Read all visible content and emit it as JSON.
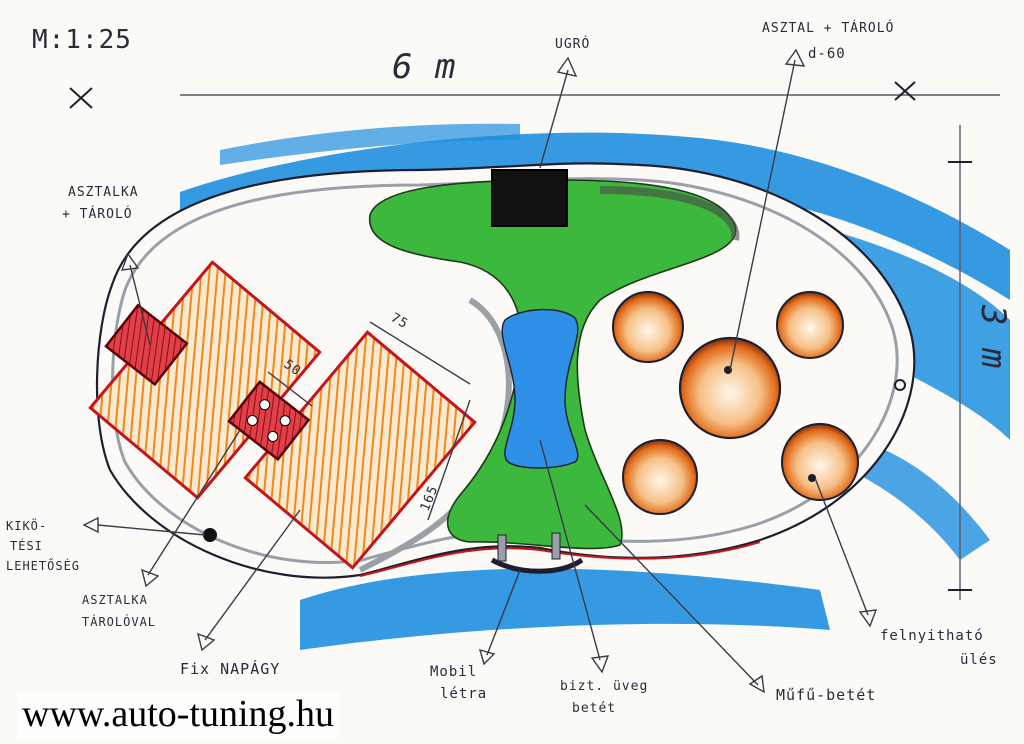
{
  "scale": "M:1:25",
  "dimensions": {
    "length": "6 m",
    "width": "3 m",
    "dim_75": "75",
    "dim_50": "50",
    "dim_165": "165"
  },
  "labels": {
    "top_jump": "UGRÓ",
    "top_table_storage": "ASZTAL + TÁROLÓ",
    "top_table_storage_size": "d-60",
    "left_small_table_1": "ASZTALKA",
    "left_small_table_2": "+ TÁROLÓ",
    "mooring_1": "KIKÖ-",
    "mooring_2": "TÉSI",
    "mooring_3": "LEHETŐSÉG",
    "small_table_storage_1": "ASZTALKA",
    "small_table_storage_2": "TÁROLÓVAL",
    "fix_sunbed": "Fix NAPÁGY",
    "mobile_ladder_1": "Mobil",
    "mobile_ladder_2": "létra",
    "glass_insert_1": "bizt. üveg",
    "glass_insert_2": "betét",
    "turf_insert": "Műfű-betét",
    "openable_seat_1": "felnyitható",
    "openable_seat_2": "ülés"
  },
  "watermark": "www.auto-tuning.hu",
  "colors": {
    "water": "#1f8fe0",
    "grass": "#3cb83c",
    "glass": "#2e8fe6",
    "orange": "#f08a14",
    "red": "#c4141c",
    "ink": "#1e1e2e"
  }
}
